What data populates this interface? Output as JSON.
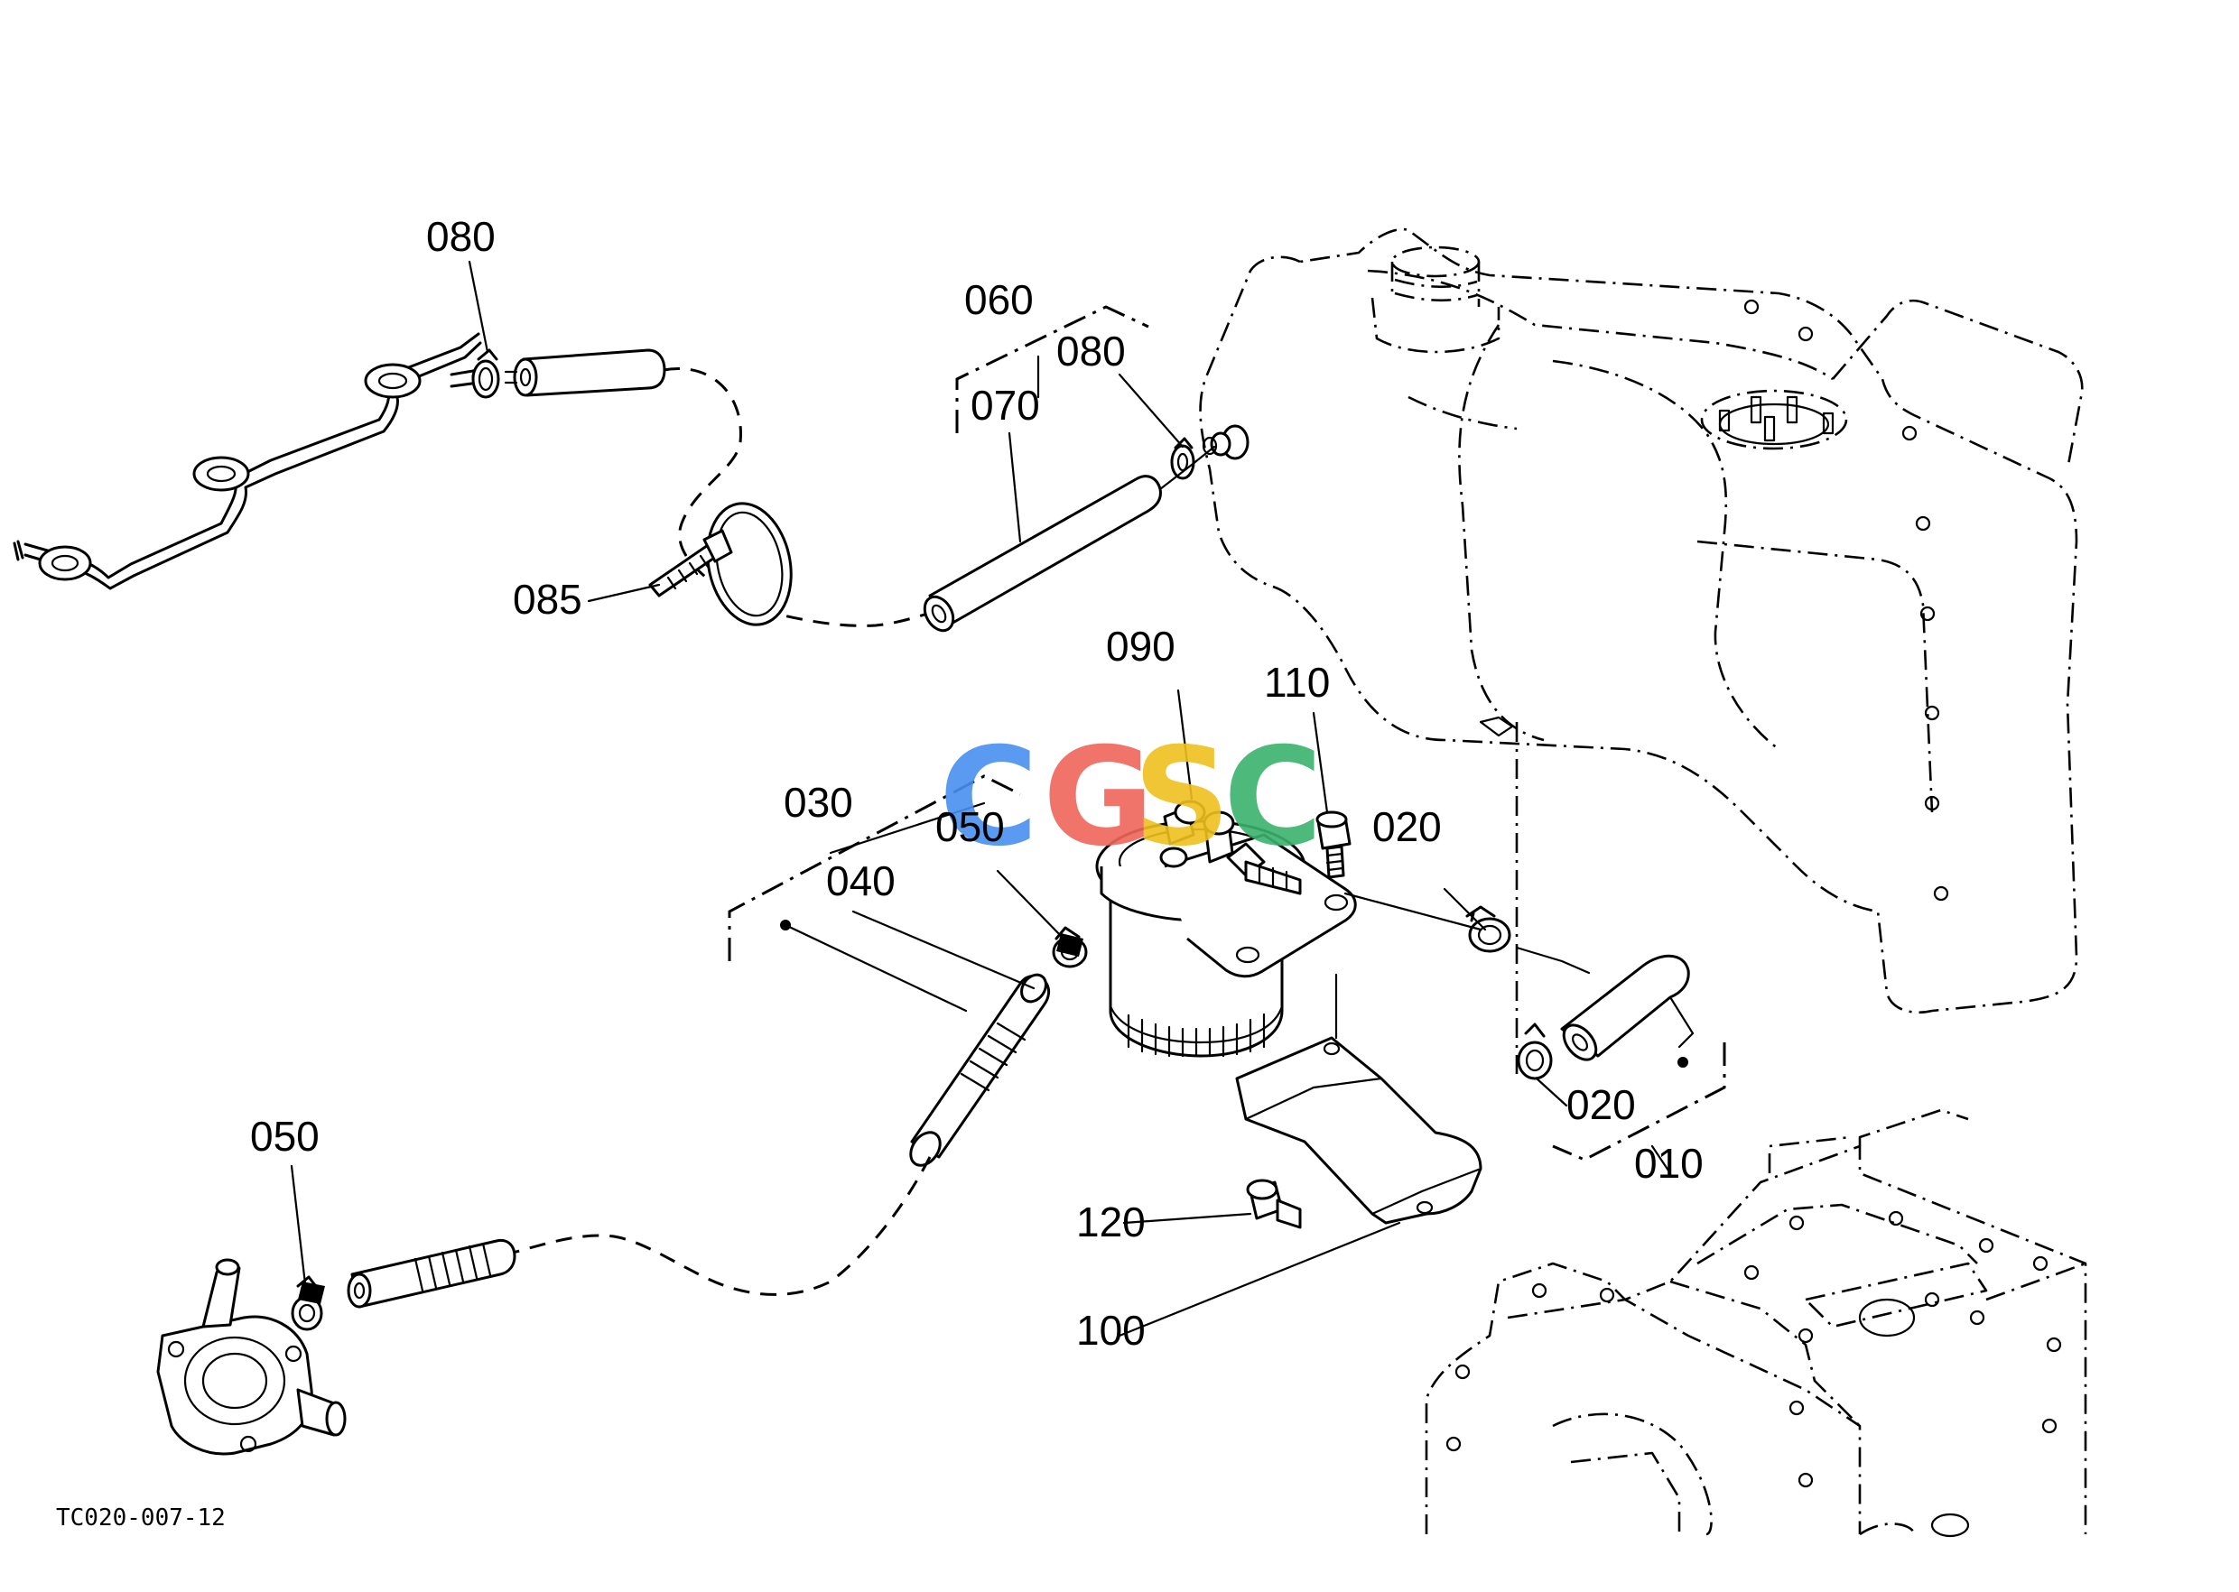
{
  "diagram_code": "TC020-007-12",
  "watermark": {
    "letters": [
      "C",
      "G",
      "S",
      "C"
    ],
    "colors": [
      "#4a90f0",
      "#f0665a",
      "#f0c020",
      "#3ab36e"
    ]
  },
  "labels": {
    "p010": "010",
    "p020_upper": "020",
    "p020_lower": "020",
    "p030": "030",
    "p040": "040",
    "p050_upper": "050",
    "p050_lower": "050",
    "p060": "060",
    "p070": "070",
    "p080_left": "080",
    "p080_right": "080",
    "p085": "085",
    "p090": "090",
    "p100": "100",
    "p110": "110",
    "p120": "120"
  }
}
